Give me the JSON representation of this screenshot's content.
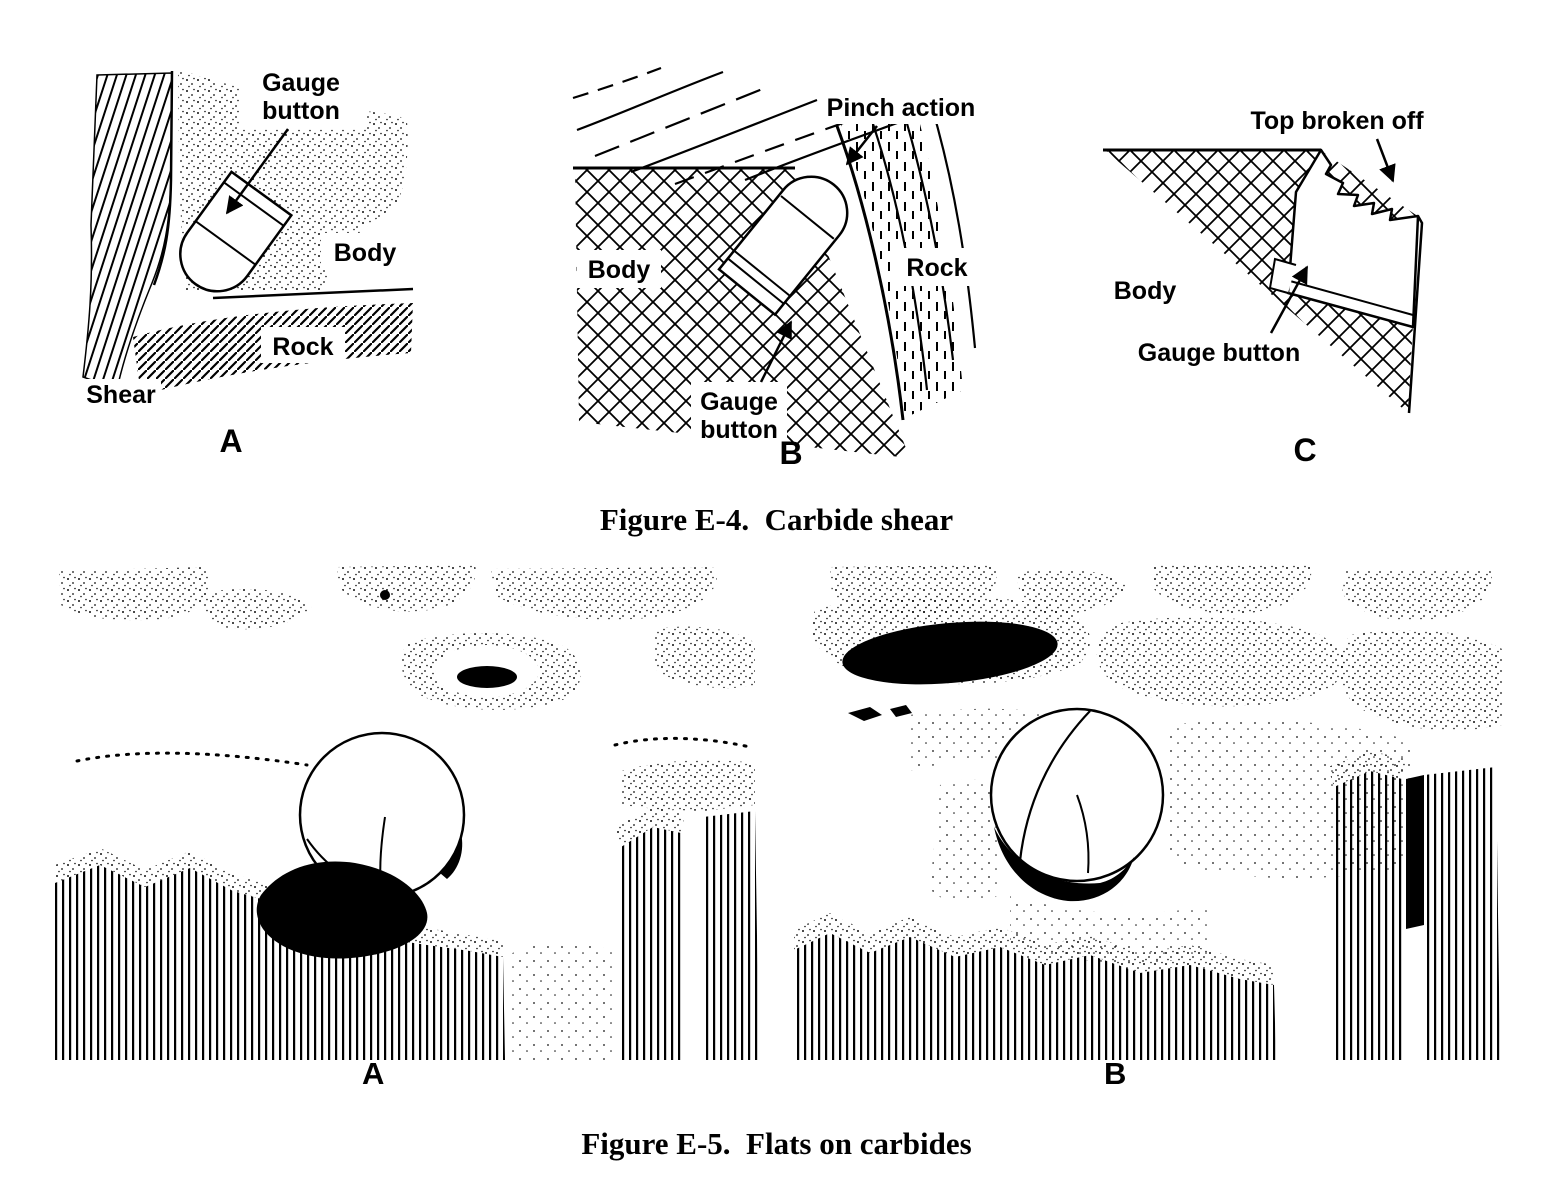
{
  "page": {
    "paper_color": "#ffffff",
    "ink_color": "#000000"
  },
  "figure_e4": {
    "caption": "Figure E-4.  Carbide shear",
    "a": {
      "label": "A",
      "gauge_1": "Gauge",
      "gauge_2": "button",
      "body": "Body",
      "rock": "Rock",
      "shear": "Shear"
    },
    "b": {
      "label": "B",
      "pinch_action": "Pinch action",
      "body": "Body",
      "rock": "Rock",
      "gauge_1": "Gauge",
      "gauge_2": "button"
    },
    "c": {
      "label": "C",
      "top_broken_off": "Top broken off",
      "body": "Body",
      "gauge_button": "Gauge button"
    }
  },
  "figure_e5": {
    "caption": "Figure E-5.  Flats on carbides",
    "a_label": "A",
    "b_label": "B"
  }
}
